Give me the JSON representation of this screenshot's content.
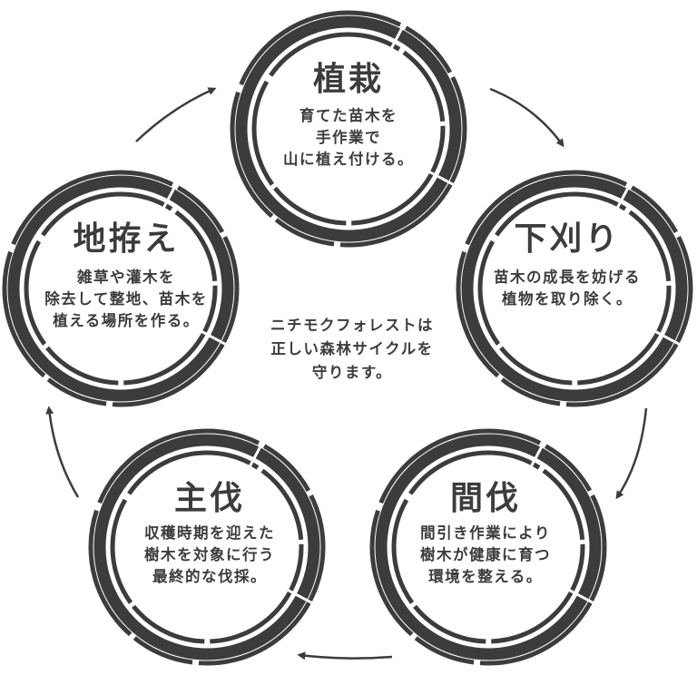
{
  "colors": {
    "ink": "#3c3c3c",
    "background": "#ffffff"
  },
  "nodes": [
    {
      "id": "planting",
      "title": "植栽",
      "desc": "育てた苗木を\n手作業で\n山に植え付ける。"
    },
    {
      "id": "weeding",
      "title": "下刈り",
      "desc": "苗木の成長を妨げる\n植物を取り除く。"
    },
    {
      "id": "thinning",
      "title": "間伐",
      "desc": "間引き作業により\n樹木が健康に育つ\n環境を整える。"
    },
    {
      "id": "harvest",
      "title": "主伐",
      "desc": "収穫時期を迎えた\n樹木を対象に行う\n最終的な伐採。"
    },
    {
      "id": "site-prep",
      "title": "地拵え",
      "desc": "雑草や灌木を\n除去して整地、苗木を\n植える場所を作る。"
    }
  ],
  "center_text": "ニチモクフォレストは\n正しい森林サイクルを\n守ります。"
}
